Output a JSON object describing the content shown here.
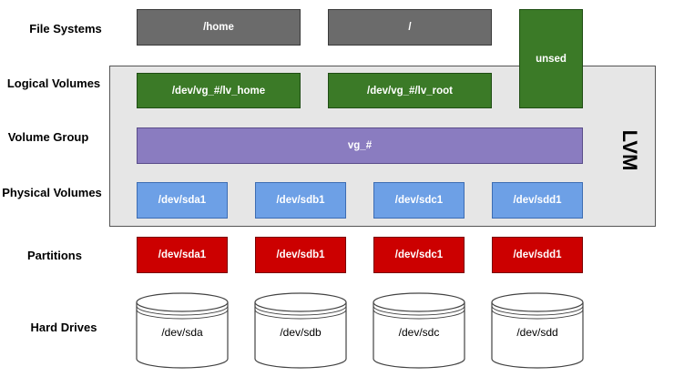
{
  "rows": {
    "file_systems": "File Systems",
    "logical_volumes": "Logical Volumes",
    "volume_group": "Volume Group",
    "physical_volumes": "Physical Volumes",
    "partitions": "Partitions",
    "hard_drives": "Hard Drives"
  },
  "lvm_label": "LVM",
  "file_systems": [
    "/home",
    "/",
    "unsed"
  ],
  "logical_volumes": [
    "/dev/vg_#/lv_home",
    "/dev/vg_#/lv_root"
  ],
  "volume_group": "vg_#",
  "physical_volumes": [
    "/dev/sda1",
    "/dev/sdb1",
    "/dev/sdc1",
    "/dev/sdd1"
  ],
  "partitions": [
    "/dev/sda1",
    "/dev/sdb1",
    "/dev/sdc1",
    "/dev/sdd1"
  ],
  "hard_drives": [
    "/dev/sda",
    "/dev/sdb",
    "/dev/sdc",
    "/dev/sdd"
  ],
  "colors": {
    "file_system": "#6b6b6b",
    "logical_volume": "#3b7a27",
    "volume_group": "#8a7cc0",
    "physical_volume": "#6da0e6",
    "partition": "#cc0000",
    "lvm_background": "#e6e6e6"
  }
}
